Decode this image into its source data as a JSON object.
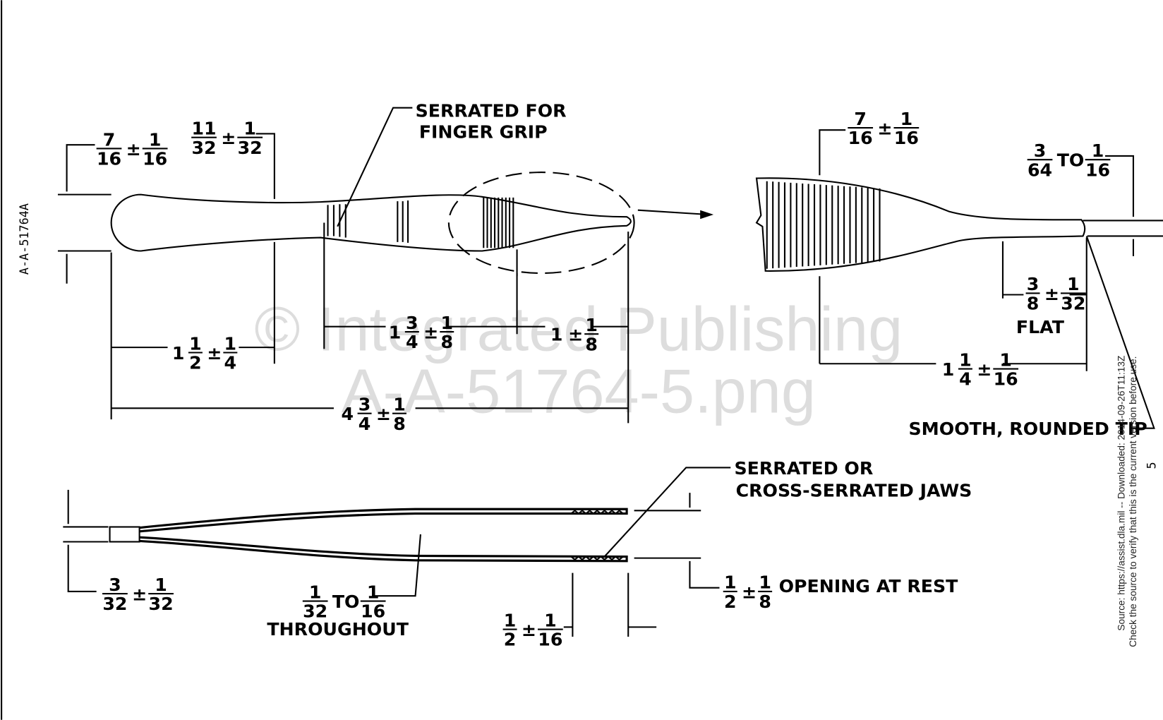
{
  "document_id": "A-A-51764A",
  "page_number": "5",
  "watermark": {
    "line1": "© Integrated Publishing",
    "line2": "A-A-51764-5.png"
  },
  "source_note": {
    "line1": "Source: https://assist.dla.mil -- Downloaded: 2014-09-26T11:13Z",
    "line2": "Check the source to verify that this is the current version before use."
  },
  "notes": {
    "finger_grip": [
      "SERRATED FOR",
      "FINGER GRIP"
    ],
    "tip": "SMOOTH, ROUNDED TIP",
    "jaws": [
      "SERRATED  OR",
      "CROSS-SERRATED JAWS"
    ],
    "flat": "FLAT",
    "throughout": "THROUGHOUT",
    "opening": "OPENING AT REST"
  },
  "dimensions": {
    "head_width": [
      {
        "n": "7",
        "d": "16"
      },
      {
        "v": "±"
      },
      {
        "n": "1",
        "d": "16"
      }
    ],
    "neck_width": [
      {
        "n": "11",
        "d": "32"
      },
      {
        "v": "±"
      },
      {
        "n": "1",
        "d": "32"
      }
    ],
    "head_length": [
      {
        "v": "1"
      },
      {
        "n": "1",
        "d": "2"
      },
      {
        "v": "±"
      },
      {
        "n": "1",
        "d": "4"
      }
    ],
    "grip_length": [
      {
        "v": "1"
      },
      {
        "n": "3",
        "d": "4"
      },
      {
        "v": "±"
      },
      {
        "n": "1",
        "d": "8"
      }
    ],
    "tip_length": [
      {
        "v": "1"
      },
      {
        "v": "±"
      },
      {
        "n": "1",
        "d": "8"
      }
    ],
    "overall_length": [
      {
        "v": "4"
      },
      {
        "n": "3",
        "d": "4"
      },
      {
        "v": "±"
      },
      {
        "n": "1",
        "d": "8"
      }
    ],
    "jaw_width": [
      {
        "n": "7",
        "d": "16"
      },
      {
        "v": "±"
      },
      {
        "n": "1",
        "d": "16"
      }
    ],
    "tip_width": [
      {
        "n": "3",
        "d": "64"
      },
      {
        "v": "TO"
      },
      {
        "n": "1",
        "d": "16"
      }
    ],
    "flat_length": [
      {
        "n": "3",
        "d": "8"
      },
      {
        "v": "±"
      },
      {
        "n": "1",
        "d": "32"
      }
    ],
    "jaw_length": [
      {
        "v": "1"
      },
      {
        "n": "1",
        "d": "4"
      },
      {
        "v": "±"
      },
      {
        "n": "1",
        "d": "16"
      }
    ],
    "pivot_thickness": [
      {
        "n": "3",
        "d": "32"
      },
      {
        "v": "±"
      },
      {
        "n": "1",
        "d": "32"
      }
    ],
    "leg_thickness": [
      {
        "n": "1",
        "d": "32"
      },
      {
        "v": "TO"
      },
      {
        "n": "1",
        "d": "16"
      }
    ],
    "serration_length": [
      {
        "n": "1",
        "d": "2"
      },
      {
        "v": "±"
      },
      {
        "n": "1",
        "d": "16"
      }
    ],
    "opening": [
      {
        "n": "1",
        "d": "2"
      },
      {
        "v": "±"
      },
      {
        "n": "1",
        "d": "8"
      }
    ]
  }
}
